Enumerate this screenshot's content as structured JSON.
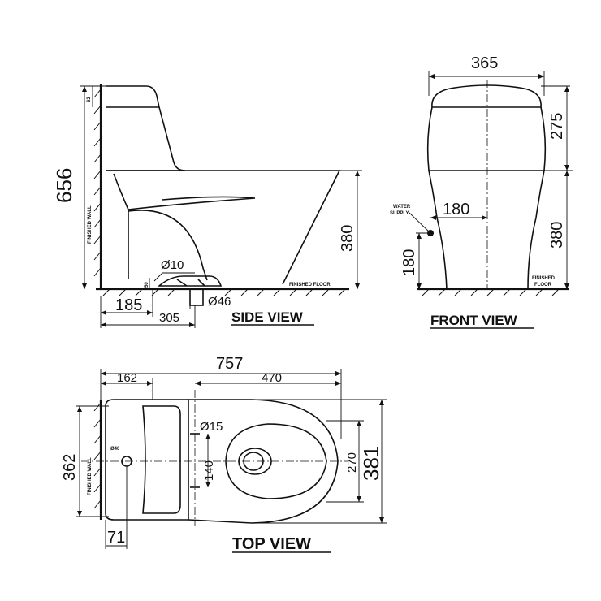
{
  "views": {
    "side": "SIDE VIEW",
    "front": "FRONT VIEW",
    "top": "TOP VIEW"
  },
  "labels": {
    "finished_wall": "FINISHED WALL",
    "finished_floor": "FINISHED FLOOR",
    "water_supply_1": "WATER",
    "water_supply_2": "SUPPLY",
    "finished_floor_1": "FINISHED",
    "finished_floor_2": "FLOOR"
  },
  "side_dims": {
    "height_total": "656",
    "tank_lid": "62",
    "bowl_height": "380",
    "drain_dia": "Ø10",
    "drain_small": "50",
    "supply_dia": "Ø46",
    "wall_to_supply": "185",
    "wall_to_drain": "305"
  },
  "front_dims": {
    "width": "365",
    "tank_height": "275",
    "bowl_height": "380",
    "supply_offset": "180",
    "supply_height": "180"
  },
  "top_dims": {
    "length": "757",
    "bowl_length": "470",
    "tank_depth": "162",
    "width_total": "362",
    "width_bowl": "381",
    "inner_width": "270",
    "bolt_spacing": "140",
    "bolt_dia": "Ø15",
    "supply_dia": "Ø40",
    "wall_offset": "71"
  }
}
